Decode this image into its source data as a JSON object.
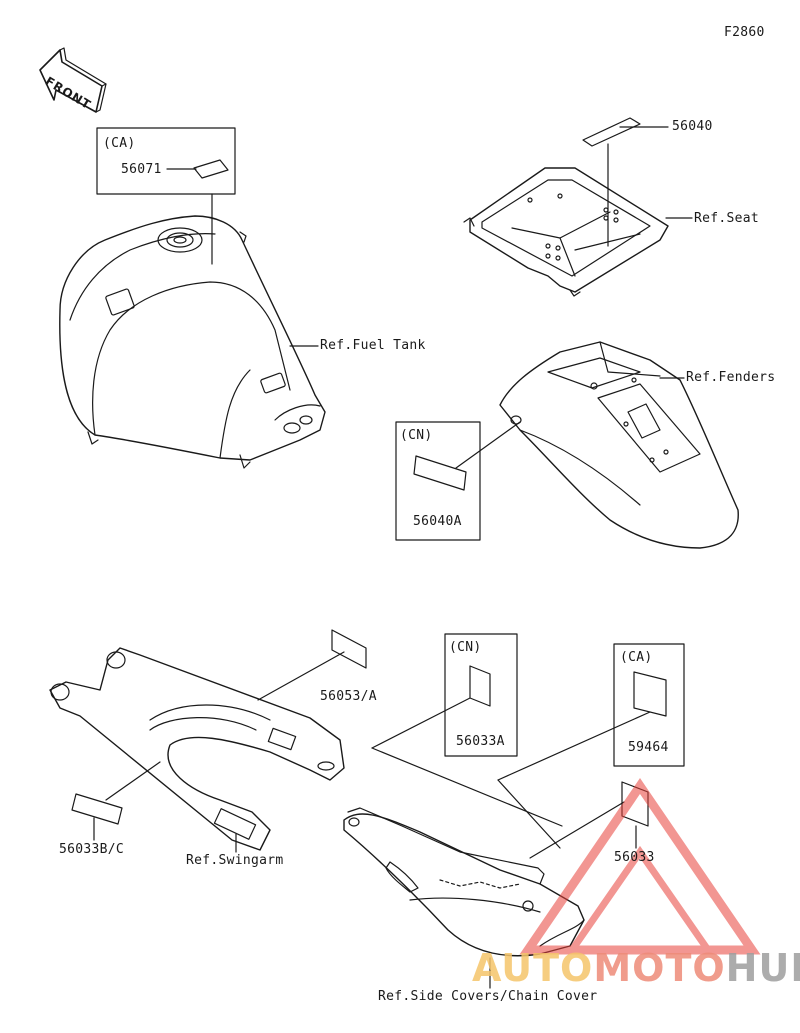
{
  "diagram_code": "F2860",
  "direction": {
    "label": "FRONT"
  },
  "labels": {
    "part_56071": "56071",
    "region_ca_1": "(CA)",
    "ref_fuel_tank": "Ref.Fuel Tank",
    "part_56040": "56040",
    "ref_seat": "Ref.Seat",
    "ref_fenders": "Ref.Fenders",
    "region_cn_1": "(CN)",
    "part_56040a": "56040A",
    "part_56053a": "56053/A",
    "region_cn_2": "(CN)",
    "part_56033a": "56033A",
    "region_ca_2": "(CA)",
    "part_59464": "59464",
    "part_56033bc": "56033B/C",
    "ref_swingarm": "Ref.Swingarm",
    "part_56033": "56033",
    "ref_side_covers": "Ref.Side Covers/Chain Cover"
  },
  "watermark": {
    "part1": "AUTO",
    "part2": "MOTO",
    "part3": "HUB"
  },
  "colors": {
    "line": "#1a1a1a",
    "watermark_red": "#e8413a",
    "watermark_orange": "#f5c56a",
    "watermark_gray": "#9e9e9e"
  }
}
